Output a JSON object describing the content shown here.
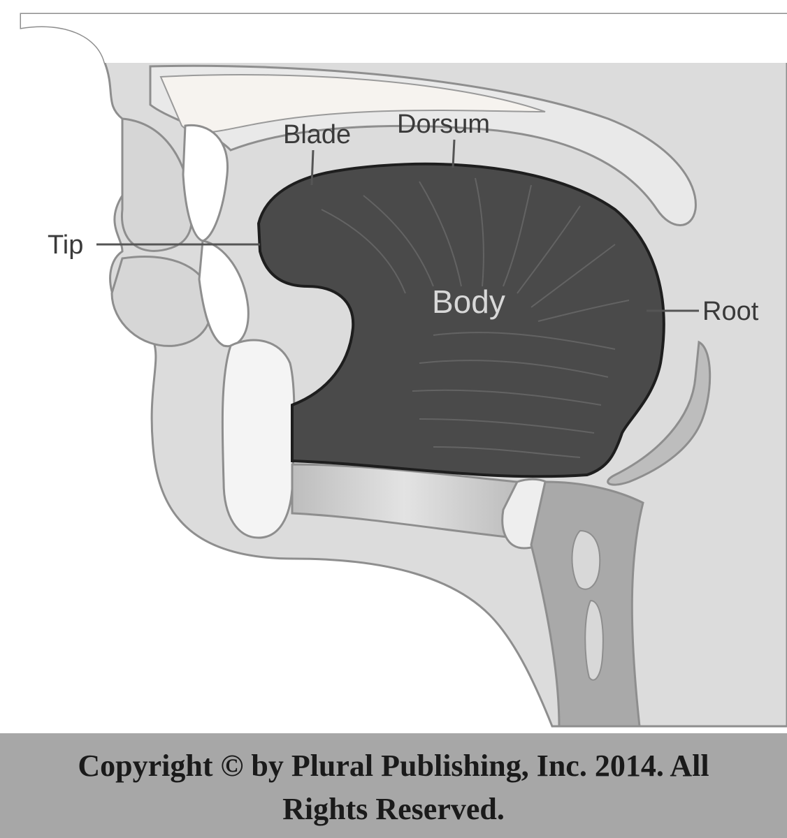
{
  "labels": {
    "tip": "Tip",
    "blade": "Blade",
    "dorsum": "Dorsum",
    "body": "Body",
    "root": "Root"
  },
  "copyright": {
    "line1": "Copyright © by Plural Publishing, Inc. 2014. All",
    "line2": "Rights Reserved."
  },
  "colors": {
    "tissue": "#dcdcdc",
    "outline": "#9a9a9a",
    "tongue": "#4a4a4a",
    "bone": "#f4f4f4",
    "banner": "#a7a7a7"
  }
}
